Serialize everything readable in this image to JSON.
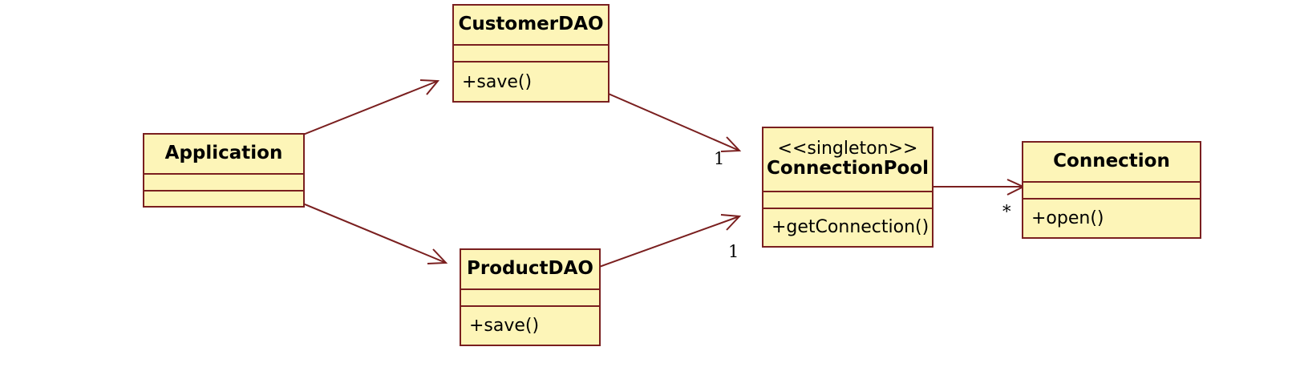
{
  "colors": {
    "class_fill": "#fdf5b8",
    "border": "#7a1f1f",
    "text": "#000000"
  },
  "classes": {
    "application": {
      "name": "Application"
    },
    "customer_dao": {
      "name": "CustomerDAO",
      "operation": "+save()"
    },
    "product_dao": {
      "name": "ProductDAO",
      "operation": "+save()"
    },
    "connection_pool": {
      "stereotype": "<<singleton>>",
      "name": "ConnectionPool",
      "operation": "+getConnection()"
    },
    "connection": {
      "name": "Connection",
      "operation": "+open()"
    }
  },
  "associations": [
    {
      "from": "Application",
      "to": "CustomerDAO"
    },
    {
      "from": "Application",
      "to": "ProductDAO"
    },
    {
      "from": "CustomerDAO",
      "to": "ConnectionPool",
      "multiplicity": "1"
    },
    {
      "from": "ProductDAO",
      "to": "ConnectionPool",
      "multiplicity": "1"
    },
    {
      "from": "ConnectionPool",
      "to": "Connection",
      "multiplicity": "*"
    }
  ]
}
